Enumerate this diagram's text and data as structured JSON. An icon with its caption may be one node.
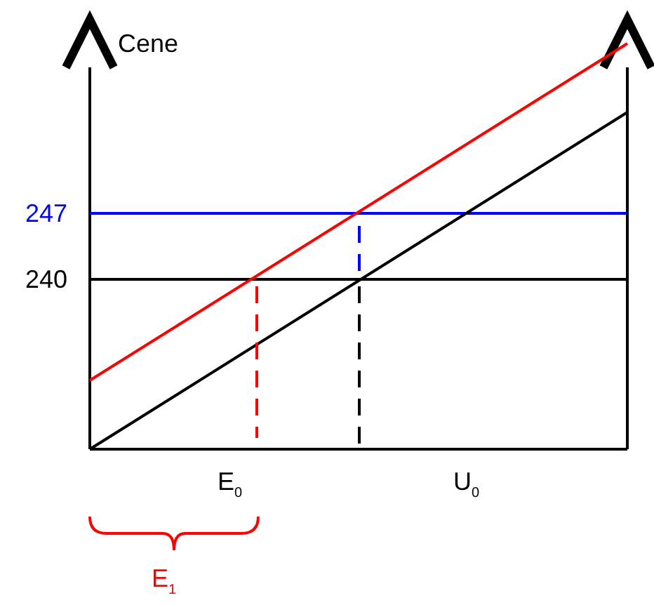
{
  "diagram": {
    "labels": [
      "Cene",
      "247",
      "240",
      "E$_{0}$",
      "U$_{0}$",
      "E$_{1}$"
    ]
  }
}
